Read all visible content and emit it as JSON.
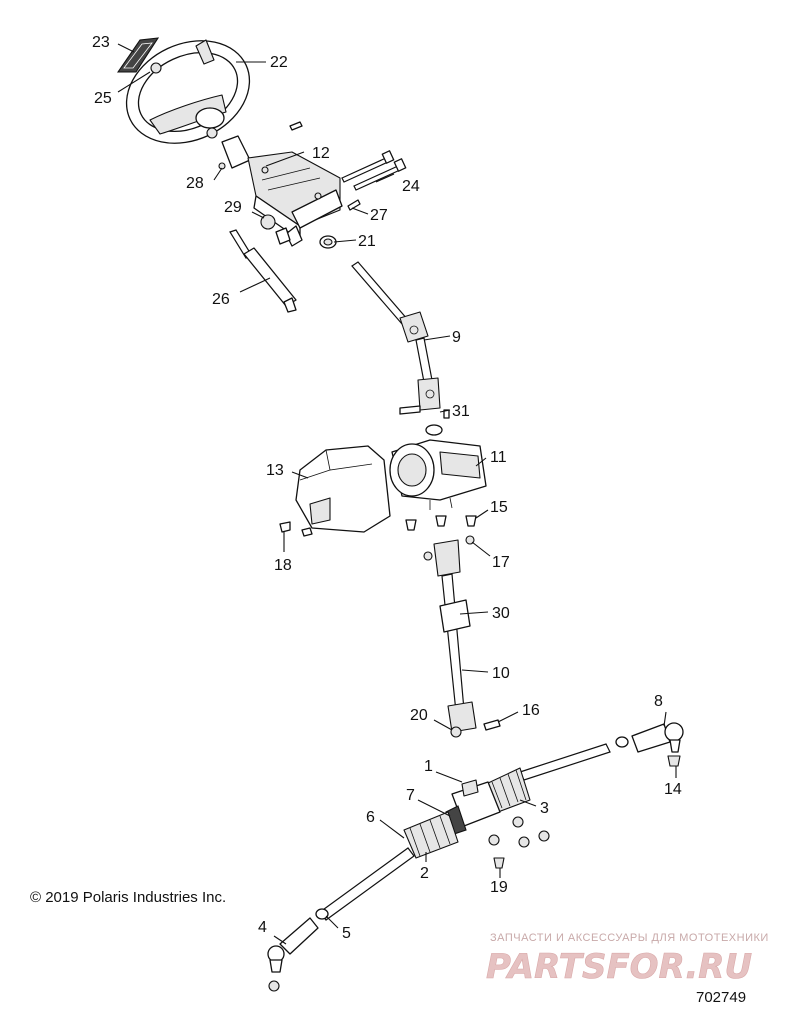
{
  "diagram": {
    "copyright": "© 2019 Polaris Industries Inc.",
    "figure_number": "702749",
    "callouts": [
      "1",
      "2",
      "3",
      "4",
      "5",
      "6",
      "7",
      "8",
      "9",
      "10",
      "11",
      "12",
      "13",
      "14",
      "15",
      "16",
      "17",
      "18",
      "19",
      "20",
      "21",
      "22",
      "23",
      "24",
      "25",
      "26",
      "27",
      "28",
      "29",
      "30",
      "31"
    ]
  },
  "watermark": {
    "tagline": "ЗАПЧАСТИ И АКСЕССУАРЫ ДЛЯ МОТОТЕХНИКИ",
    "brand": "PARTSFOR.RU"
  }
}
